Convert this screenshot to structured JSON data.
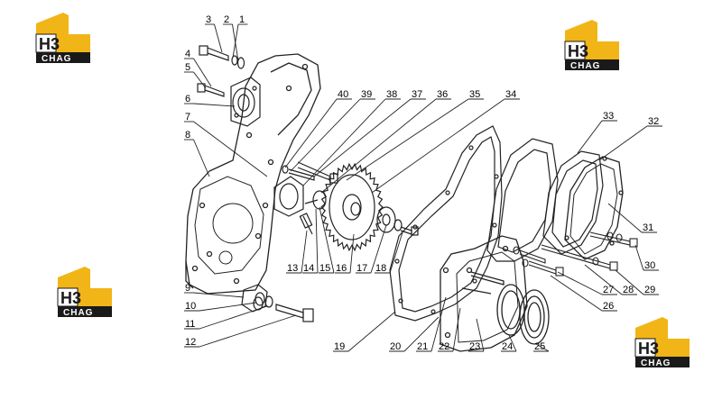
{
  "logo": {
    "mark": "H3",
    "word": "CHAG",
    "accent": "#F2B517",
    "dark": "#1A1A1A"
  },
  "logos": [
    "logo-1",
    "logo-2",
    "logo-3",
    "logo-4"
  ],
  "callouts": [
    "1",
    "2",
    "3",
    "4",
    "5",
    "6",
    "7",
    "8",
    "9",
    "10",
    "11",
    "12",
    "13",
    "14",
    "15",
    "16",
    "17",
    "18",
    "19",
    "20",
    "21",
    "22",
    "23",
    "24",
    "25",
    "26",
    "27",
    "28",
    "29",
    "30",
    "31",
    "32",
    "33",
    "34",
    "35",
    "36",
    "37",
    "38",
    "39",
    "40"
  ]
}
